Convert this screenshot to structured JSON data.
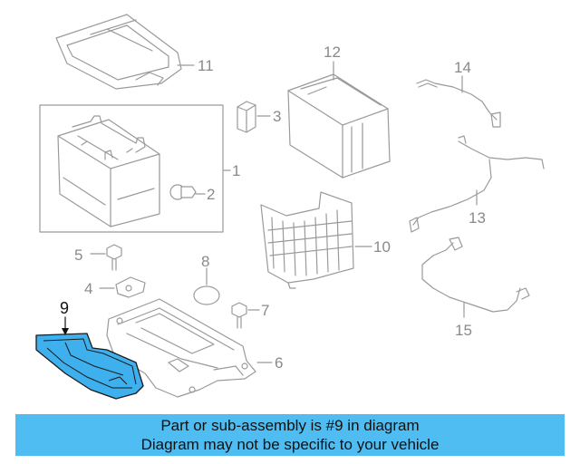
{
  "callouts": {
    "c1": "1",
    "c2": "2",
    "c3": "3",
    "c4": "4",
    "c5": "5",
    "c6": "6",
    "c7": "7",
    "c8": "8",
    "c9": "9",
    "c10": "10",
    "c11": "11",
    "c12": "12",
    "c13": "13",
    "c14": "14",
    "c15": "15"
  },
  "highlight": {
    "part_number": "9",
    "color": "#3fb0ee"
  },
  "banner": {
    "line1": "Part or sub-assembly is #9 in diagram",
    "line2": "Diagram may not be specific to your vehicle",
    "color": "#50bdf2"
  }
}
